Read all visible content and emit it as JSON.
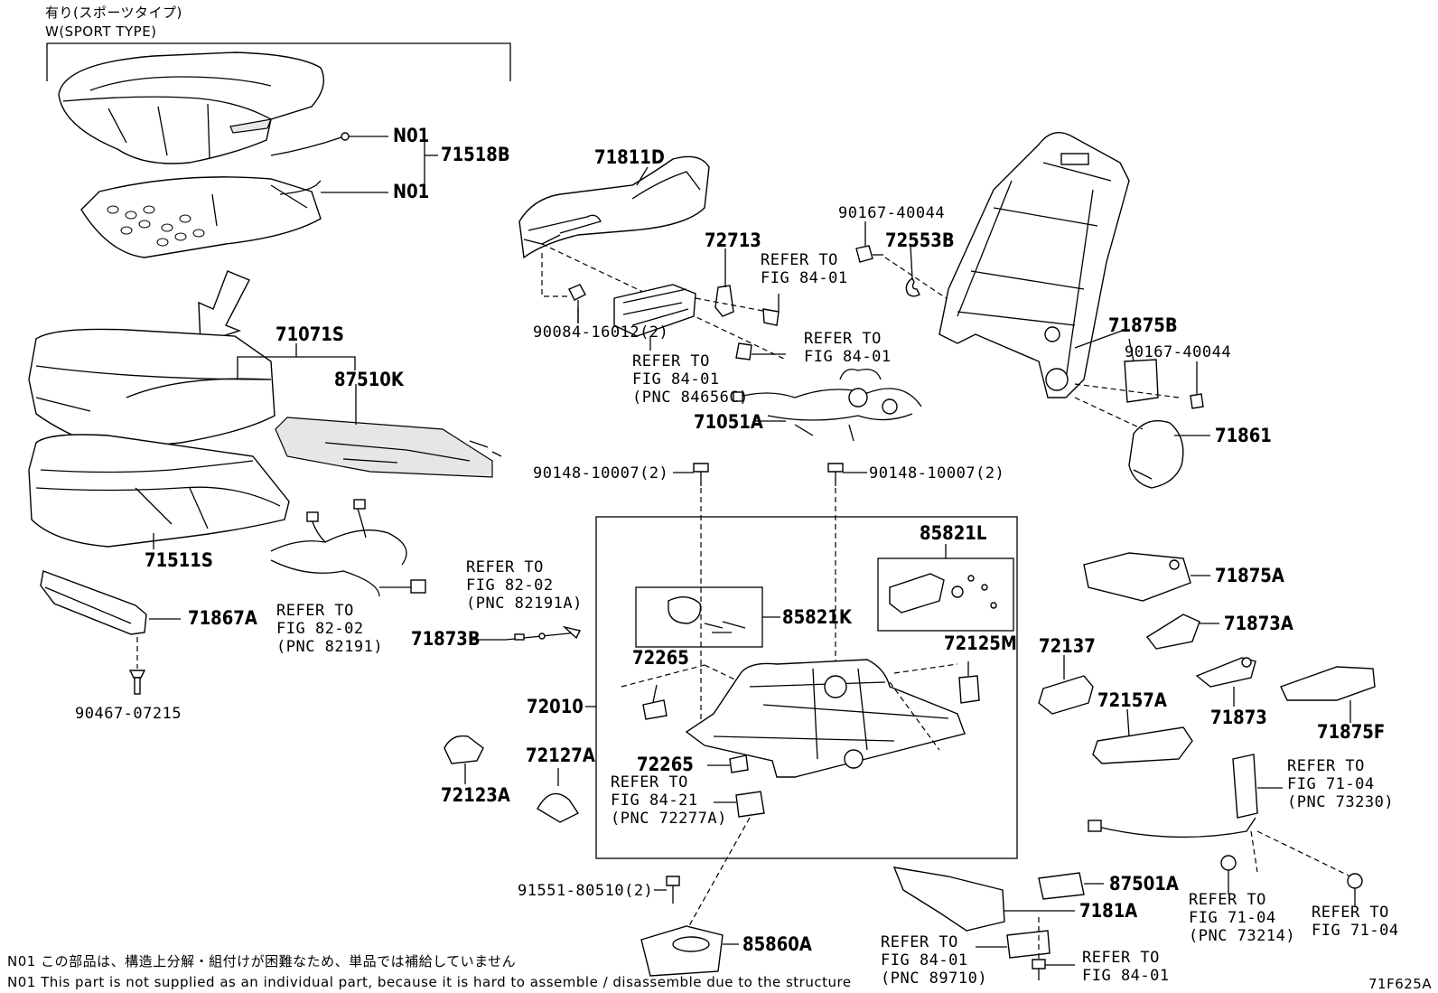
{
  "header": {
    "jp": "有り(スポーツタイプ)",
    "en": "W(SPORT TYPE)"
  },
  "parts": {
    "p71518B": "71518B",
    "n01a": "N01",
    "n01b": "N01",
    "p71071S": "71071S",
    "p87510K": "87510K",
    "p71511S": "71511S",
    "p71867A": "71867A",
    "p90467": "90467-07215",
    "p71873B": "71873B",
    "p71811D": "71811D",
    "p72713": "72713",
    "p90084": "90084-16012(2)",
    "p90167a": "90167-40044",
    "p72553B": "72553B",
    "p71875B": "71875B",
    "p90167b": "90167-40044",
    "p71861": "71861",
    "p71051A": "71051A",
    "p90148a": "90148-10007(2)",
    "p90148b": "90148-10007(2)",
    "p85821L": "85821L",
    "p85821K": "85821K",
    "p72265a": "72265",
    "p72125M": "72125M",
    "p72010": "72010",
    "p72265b": "72265",
    "p72123A": "72123A",
    "p72127A": "72127A",
    "p72137": "72137",
    "p72157A": "72157A",
    "p71875A": "71875A",
    "p71873A": "71873A",
    "p71873": "71873",
    "p71875F": "71875F",
    "p91551": "91551-80510(2)",
    "p85860A": "85860A",
    "p87501A": "87501A",
    "p7181A": "7181A"
  },
  "refs": {
    "r_8401a": [
      "REFER TO",
      "FIG 84-01"
    ],
    "r_8401b": [
      "REFER TO",
      "FIG 84-01"
    ],
    "r_84656C": [
      "REFER TO",
      "FIG 84-01",
      "(PNC 84656C)"
    ],
    "r_82191A": [
      "REFER TO",
      "FIG 82-02",
      "(PNC 82191A)"
    ],
    "r_82191": [
      "REFER TO",
      "FIG 82-02",
      "(PNC 82191)"
    ],
    "r_72277A": [
      "REFER TO",
      "FIG 84-21",
      "(PNC 72277A)"
    ],
    "r_73230": [
      "REFER TO",
      "FIG 71-04",
      "(PNC 73230)"
    ],
    "r_73214": [
      "REFER TO",
      "FIG 71-04",
      "(PNC 73214)"
    ],
    "r_7104": [
      "REFER TO",
      "FIG 71-04"
    ],
    "r_89710": [
      "REFER TO",
      "FIG 84-01",
      "(PNC 89710)"
    ],
    "r_8401c": [
      "REFER TO",
      "FIG 84-01"
    ]
  },
  "footnotes": {
    "jp": "N01 この部品は、構造上分解・組付けが困難なため、単品では補給していません",
    "en": "N01 This part is not supplied as an individual part, because it is hard to assemble / disassemble due to the structure"
  },
  "figure_id": "71F625A"
}
